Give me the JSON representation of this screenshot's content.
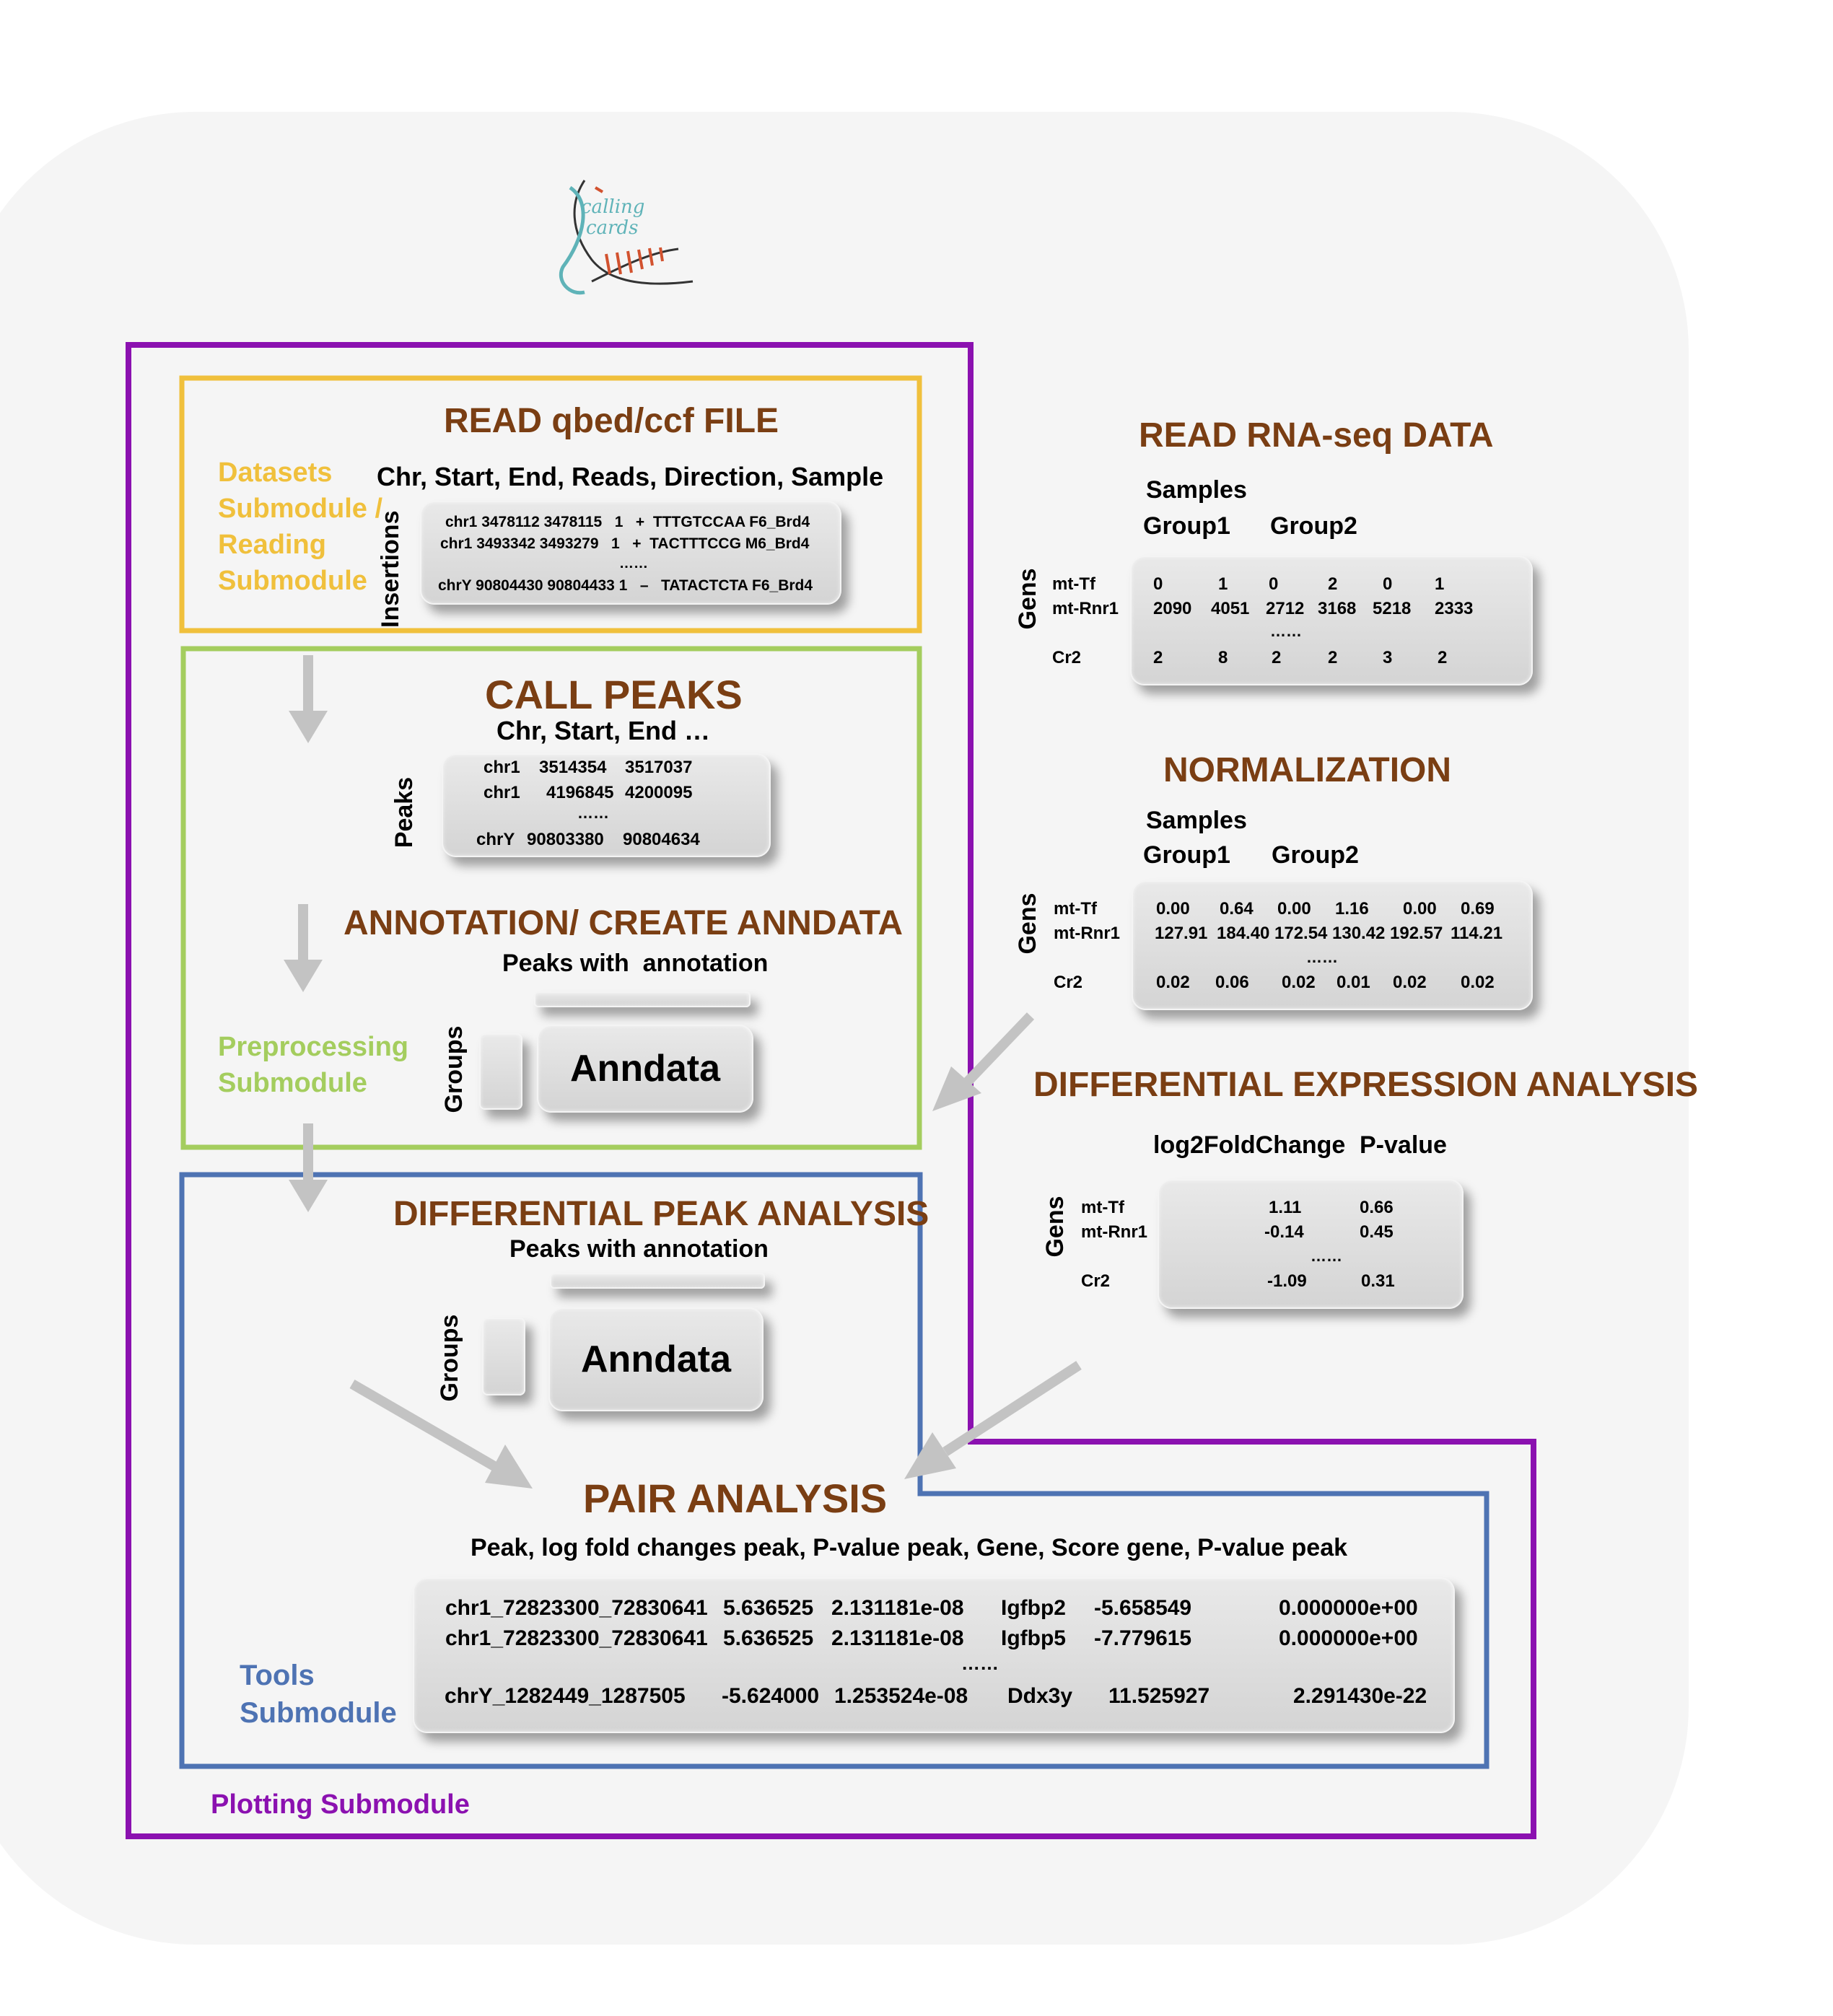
{
  "logo": {
    "line1": "calling",
    "line2": "cards"
  },
  "reading": {
    "title": "READ qbed/ccf FILE",
    "columns": "Chr, Start, End, Reads, Direction, Sample",
    "row_label": "Insertions",
    "rows": [
      "chr1 3478112 3478115   1   +  TTTGTCCAA F6_Brd4",
      "chr1 3493342 3493279   1   +  TACTTTCCG M6_Brd4",
      "chrY 90804430 90804433 1   –   TATACTCTA F6_Brd4"
    ],
    "ellipsis": "……",
    "submodule": [
      "Datasets",
      "Submodule /",
      "Reading",
      "Submodule"
    ]
  },
  "call_peaks": {
    "title": "CALL PEAKS",
    "columns": "Chr, Start, End …",
    "row_label": "Peaks",
    "rows": [
      [
        "chr1",
        "3514354",
        "3517037"
      ],
      [
        "chr1",
        "4196845",
        "4200095"
      ],
      [
        "chrY",
        "90803380",
        "90804634"
      ]
    ],
    "ellipsis": "……"
  },
  "annotation": {
    "title": "ANNOTATION/ CREATE ANNDATA",
    "subtitle": "Peaks with  annotation",
    "groups_label": "Groups",
    "anndata": "Anndata",
    "submodule": [
      "Preprocessing",
      "Submodule"
    ]
  },
  "diff_peak": {
    "title": "DIFFERENTIAL PEAK ANALYSIS",
    "subtitle": "Peaks with annotation",
    "groups_label": "Groups",
    "anndata": "Anndata"
  },
  "pair": {
    "title": "PAIR ANALYSIS",
    "columns": "Peak, log fold changes peak, P-value peak, Gene, Score gene, P-value peak",
    "rows": [
      [
        "chr1_72823300_72830641",
        "5.636525",
        "2.131181e-08",
        "Igfbp2",
        "-5.658549",
        "0.000000e+00"
      ],
      [
        "chr1_72823300_72830641",
        "5.636525",
        "2.131181e-08",
        "Igfbp5",
        "-7.779615",
        "0.000000e+00"
      ],
      [
        "chrY_1282449_1287505",
        "-5.624000",
        "1.253524e-08",
        "Ddx3y",
        "11.525927",
        "2.291430e-22"
      ]
    ],
    "ellipsis": "……",
    "submodule": [
      "Tools",
      "Submodule"
    ]
  },
  "plotting": {
    "label": "Plotting Submodule"
  },
  "rna": {
    "title": "READ RNA-seq DATA",
    "samples": "Samples",
    "group1": "Group1",
    "group2": "Group2",
    "row_label": "Gens",
    "genes": [
      "mt-Tf",
      "mt-Rnr1",
      "Cr2"
    ],
    "values": [
      [
        "0",
        "1",
        "0",
        "2",
        "0",
        "1"
      ],
      [
        "2090",
        "4051",
        "2712",
        "3168",
        "5218",
        "2333"
      ],
      [
        "2",
        "8",
        "2",
        "2",
        "3",
        "2"
      ]
    ],
    "ellipsis": "……"
  },
  "norm": {
    "title": "NORMALIZATION",
    "samples": "Samples",
    "group1": "Group1",
    "group2": "Group2",
    "row_label": "Gens",
    "genes": [
      "mt-Tf",
      "mt-Rnr1",
      "Cr2"
    ],
    "values": [
      [
        "0.00",
        "0.64",
        "0.00",
        "1.16",
        "0.00",
        "0.69"
      ],
      [
        "127.91",
        "184.40",
        "172.54",
        "130.42",
        "192.57",
        "114.21"
      ],
      [
        "0.02",
        "0.06",
        "0.02",
        "0.01",
        "0.02",
        "0.02"
      ]
    ],
    "ellipsis": "……"
  },
  "dea": {
    "title": "DIFFERENTIAL EXPRESSION ANALYSIS",
    "col1": "log2FoldChange",
    "col2": "P-value",
    "row_label": "Gens",
    "genes": [
      "mt-Tf",
      "mt-Rnr1",
      "Cr2"
    ],
    "values": [
      [
        "1.11",
        "0.66"
      ],
      [
        "-0.14",
        "0.45"
      ],
      [
        "-1.09",
        "0.31"
      ]
    ],
    "ellipsis": "……"
  },
  "colors": {
    "title": "#7a3e13",
    "reading": "#f0c03c",
    "preprocessing": "#a4cd5e",
    "tools": "#4e73b3",
    "plotting": "#8b11b0",
    "arrow": "#c3c3c3",
    "panel": "#dcdcdc"
  }
}
